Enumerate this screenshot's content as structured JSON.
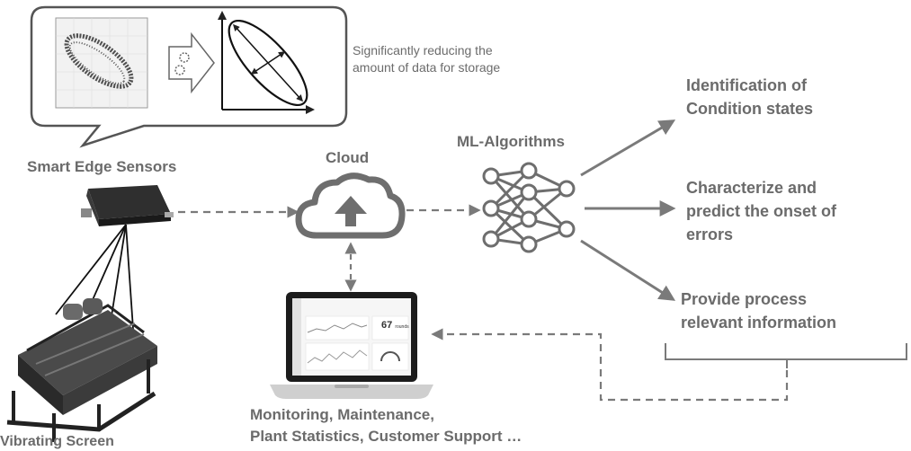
{
  "labels": {
    "smart_edge_sensors": "Smart Edge Sensors",
    "cloud": "Cloud",
    "ml_algorithms": "ML-Algorithms",
    "vibrating_screen": "Vibrating Screen",
    "storage_note_line1": "Significantly reducing the",
    "storage_note_line2": "amount of data for storage",
    "output_1_line1": "Identification of",
    "output_1_line2": "Condition states",
    "output_2_line1": "Characterize and",
    "output_2_line2": "predict the onset of",
    "output_2_line3": "errors",
    "output_3_line1": "Provide process",
    "output_3_line2": "relevant information",
    "bottom_line1": "Monitoring, Maintenance,",
    "bottom_line2": "Plant Statistics, Customer Support …"
  },
  "dashboard": {
    "metric_value": "67",
    "metric_unit": "rounds"
  },
  "colors": {
    "text": "#6b6b6b",
    "arrows": "#7a7a7a",
    "icons": "#6e6e6e"
  }
}
